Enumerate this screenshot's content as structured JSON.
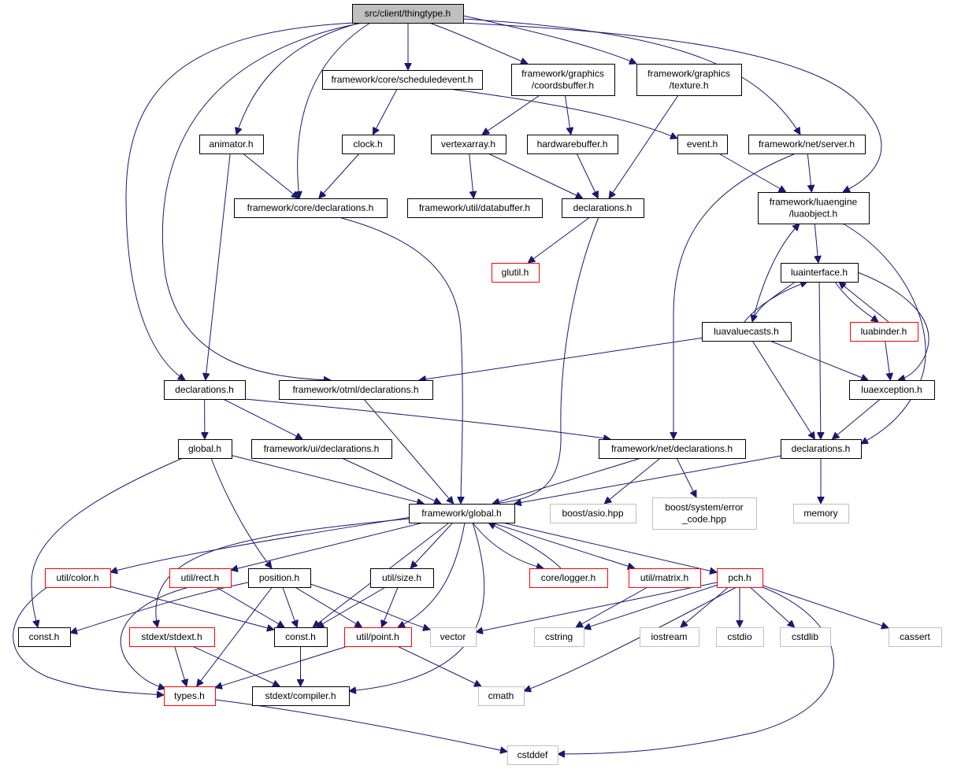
{
  "colors": {
    "edge": "#191970",
    "root_fill": "#bfbfbf",
    "normal_border": "#000000",
    "truncated_border": "#ff0000",
    "external_border": "#bfbfbf",
    "text": "#000000"
  },
  "nodes": {
    "root": {
      "lines": [
        "src/client/thingtype.h"
      ],
      "style": "root"
    },
    "schedev": {
      "lines": [
        "framework/core/scheduledevent.h"
      ],
      "style": "normal"
    },
    "coordsbuf": {
      "lines": [
        "framework/graphics",
        "/coordsbuffer.h"
      ],
      "style": "normal"
    },
    "texture": {
      "lines": [
        "framework/graphics",
        "/texture.h"
      ],
      "style": "normal"
    },
    "animator": {
      "lines": [
        "animator.h"
      ],
      "style": "normal"
    },
    "clock": {
      "lines": [
        "clock.h"
      ],
      "style": "normal"
    },
    "vertexarray": {
      "lines": [
        "vertexarray.h"
      ],
      "style": "normal"
    },
    "hwbuffer": {
      "lines": [
        "hardwarebuffer.h"
      ],
      "style": "normal"
    },
    "event": {
      "lines": [
        "event.h"
      ],
      "style": "normal"
    },
    "netserver": {
      "lines": [
        "framework/net/server.h"
      ],
      "style": "normal"
    },
    "coredecl": {
      "lines": [
        "framework/core/declarations.h"
      ],
      "style": "normal"
    },
    "databuffer": {
      "lines": [
        "framework/util/databuffer.h"
      ],
      "style": "normal"
    },
    "gfxdecl": {
      "lines": [
        "declarations.h"
      ],
      "style": "normal"
    },
    "luaobject": {
      "lines": [
        "framework/luaengine",
        "/luaobject.h"
      ],
      "style": "normal"
    },
    "glutil": {
      "lines": [
        "glutil.h"
      ],
      "style": "truncated"
    },
    "luainterface": {
      "lines": [
        "luainterface.h"
      ],
      "style": "normal"
    },
    "luavaluecasts": {
      "lines": [
        "luavaluecasts.h"
      ],
      "style": "normal"
    },
    "luabinder": {
      "lines": [
        "luabinder.h"
      ],
      "style": "truncated"
    },
    "clientdecl": {
      "lines": [
        "declarations.h"
      ],
      "style": "normal"
    },
    "otmldecl": {
      "lines": [
        "framework/otml/declarations.h"
      ],
      "style": "normal"
    },
    "luaexception": {
      "lines": [
        "luaexception.h"
      ],
      "style": "normal"
    },
    "globalh": {
      "lines": [
        "global.h"
      ],
      "style": "normal"
    },
    "uidecl": {
      "lines": [
        "framework/ui/declarations.h"
      ],
      "style": "normal"
    },
    "netdecl": {
      "lines": [
        "framework/net/declarations.h"
      ],
      "style": "normal"
    },
    "luadecl": {
      "lines": [
        "declarations.h"
      ],
      "style": "normal"
    },
    "fwglobal": {
      "lines": [
        "framework/global.h"
      ],
      "style": "normal"
    },
    "asio": {
      "lines": [
        "boost/asio.hpp"
      ],
      "style": "external"
    },
    "errorcode": {
      "lines": [
        "boost/system/error",
        "_code.hpp"
      ],
      "style": "external"
    },
    "memory": {
      "lines": [
        "memory"
      ],
      "style": "external"
    },
    "color": {
      "lines": [
        "util/color.h"
      ],
      "style": "truncated"
    },
    "rect": {
      "lines": [
        "util/rect.h"
      ],
      "style": "truncated"
    },
    "position": {
      "lines": [
        "position.h"
      ],
      "style": "normal"
    },
    "size": {
      "lines": [
        "util/size.h"
      ],
      "style": "normal"
    },
    "logger": {
      "lines": [
        "core/logger.h"
      ],
      "style": "truncated"
    },
    "matrix": {
      "lines": [
        "util/matrix.h"
      ],
      "style": "truncated"
    },
    "pch": {
      "lines": [
        "pch.h"
      ],
      "style": "truncated"
    },
    "consth1": {
      "lines": [
        "const.h"
      ],
      "style": "normal"
    },
    "stdext": {
      "lines": [
        "stdext/stdext.h"
      ],
      "style": "truncated"
    },
    "consth2": {
      "lines": [
        "const.h"
      ],
      "style": "normal"
    },
    "point": {
      "lines": [
        "util/point.h"
      ],
      "style": "truncated"
    },
    "vector": {
      "lines": [
        "vector"
      ],
      "style": "external"
    },
    "cstring": {
      "lines": [
        "cstring"
      ],
      "style": "external"
    },
    "iostream": {
      "lines": [
        "iostream"
      ],
      "style": "external"
    },
    "cstdio": {
      "lines": [
        "cstdio"
      ],
      "style": "external"
    },
    "cstdlib": {
      "lines": [
        "cstdlib"
      ],
      "style": "external"
    },
    "cassert": {
      "lines": [
        "cassert"
      ],
      "style": "external"
    },
    "types": {
      "lines": [
        "types.h"
      ],
      "style": "truncated"
    },
    "compiler": {
      "lines": [
        "stdext/compiler.h"
      ],
      "style": "normal"
    },
    "cmath": {
      "lines": [
        "cmath"
      ],
      "style": "external"
    },
    "cstddef": {
      "lines": [
        "cstddef"
      ],
      "style": "external"
    }
  },
  "edges": [
    [
      "root",
      "schedev"
    ],
    [
      "root",
      "coordsbuf"
    ],
    [
      "root",
      "texture"
    ],
    [
      "root",
      "animator"
    ],
    [
      "root",
      "coredecl"
    ],
    [
      "root",
      "otmldecl"
    ],
    [
      "root",
      "clientdecl"
    ],
    [
      "root",
      "netserver"
    ],
    [
      "root",
      "luaobject"
    ],
    [
      "schedev",
      "clock"
    ],
    [
      "schedev",
      "event"
    ],
    [
      "coordsbuf",
      "vertexarray"
    ],
    [
      "coordsbuf",
      "hwbuffer"
    ],
    [
      "texture",
      "gfxdecl"
    ],
    [
      "animator",
      "coredecl"
    ],
    [
      "animator",
      "clientdecl"
    ],
    [
      "clock",
      "coredecl"
    ],
    [
      "vertexarray",
      "databuffer"
    ],
    [
      "vertexarray",
      "gfxdecl"
    ],
    [
      "hwbuffer",
      "gfxdecl"
    ],
    [
      "event",
      "luaobject"
    ],
    [
      "netserver",
      "luaobject"
    ],
    [
      "netserver",
      "netdecl"
    ],
    [
      "gfxdecl",
      "glutil"
    ],
    [
      "gfxdecl",
      "fwglobal"
    ],
    [
      "coredecl",
      "fwglobal"
    ],
    [
      "luaobject",
      "luainterface"
    ],
    [
      "luaobject",
      "luadecl"
    ],
    [
      "luainterface",
      "luavaluecasts"
    ],
    [
      "luainterface",
      "luabinder"
    ],
    [
      "luainterface",
      "luaexception"
    ],
    [
      "luainterface",
      "luadecl"
    ],
    [
      "luavaluecasts",
      "luaobject"
    ],
    [
      "luavaluecasts",
      "luainterface"
    ],
    [
      "luavaluecasts",
      "otmldecl"
    ],
    [
      "luavaluecasts",
      "luaexception"
    ],
    [
      "luavaluecasts",
      "luadecl"
    ],
    [
      "luabinder",
      "luainterface"
    ],
    [
      "luabinder",
      "luaexception"
    ],
    [
      "luaexception",
      "luadecl"
    ],
    [
      "clientdecl",
      "globalh"
    ],
    [
      "clientdecl",
      "uidecl"
    ],
    [
      "clientdecl",
      "netdecl"
    ],
    [
      "otmldecl",
      "fwglobal"
    ],
    [
      "globalh",
      "fwglobal"
    ],
    [
      "globalh",
      "consth1"
    ],
    [
      "globalh",
      "position"
    ],
    [
      "uidecl",
      "fwglobal"
    ],
    [
      "netdecl",
      "fwglobal"
    ],
    [
      "netdecl",
      "asio"
    ],
    [
      "netdecl",
      "errorcode"
    ],
    [
      "luadecl",
      "fwglobal"
    ],
    [
      "luadecl",
      "memory"
    ],
    [
      "fwglobal",
      "color"
    ],
    [
      "fwglobal",
      "rect"
    ],
    [
      "fwglobal",
      "size"
    ],
    [
      "fwglobal",
      "logger"
    ],
    [
      "fwglobal",
      "matrix"
    ],
    [
      "fwglobal",
      "pch"
    ],
    [
      "fwglobal",
      "consth2"
    ],
    [
      "fwglobal",
      "stdext"
    ],
    [
      "fwglobal",
      "point"
    ],
    [
      "fwglobal",
      "compiler"
    ],
    [
      "logger",
      "fwglobal"
    ],
    [
      "color",
      "consth2"
    ],
    [
      "color",
      "types"
    ],
    [
      "rect",
      "consth2"
    ],
    [
      "rect",
      "types"
    ],
    [
      "position",
      "consth1"
    ],
    [
      "position",
      "consth2"
    ],
    [
      "position",
      "point"
    ],
    [
      "position",
      "types"
    ],
    [
      "position",
      "vector"
    ],
    [
      "size",
      "consth2"
    ],
    [
      "size",
      "point"
    ],
    [
      "matrix",
      "cstring"
    ],
    [
      "pch",
      "vector"
    ],
    [
      "pch",
      "cstring"
    ],
    [
      "pch",
      "iostream"
    ],
    [
      "pch",
      "cstdio"
    ],
    [
      "pch",
      "cstdlib"
    ],
    [
      "pch",
      "cassert"
    ],
    [
      "pch",
      "cmath"
    ],
    [
      "pch",
      "cstddef"
    ],
    [
      "stdext",
      "types"
    ],
    [
      "stdext",
      "compiler"
    ],
    [
      "consth2",
      "compiler"
    ],
    [
      "point",
      "types"
    ],
    [
      "point",
      "cmath"
    ],
    [
      "types",
      "cstddef"
    ]
  ]
}
